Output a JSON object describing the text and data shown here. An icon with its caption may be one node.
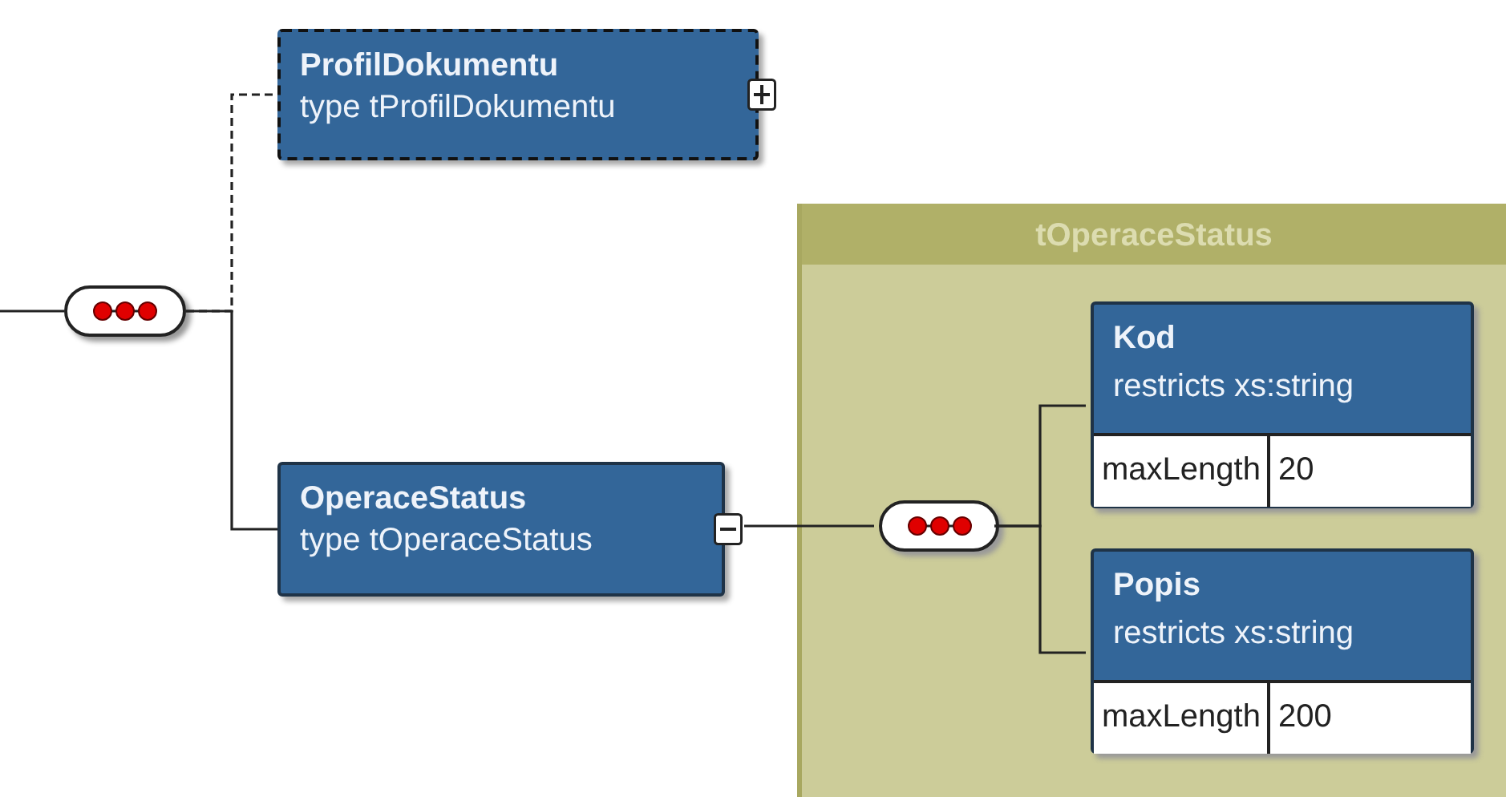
{
  "diagram": {
    "nodes": [
      {
        "text": [],
        "shape": "box"
      },
      {
        "text": [
          "ProfilDokumentu",
          "type tProfilDokumentu"
        ]
      },
      {
        "text": [
          "tOperaceStatus"
        ]
      },
      {
        "text": [
          "OperaceStatus",
          "type tOperaceStatus"
        ]
      },
      {
        "text": [],
        "shape": "box",
        "in": 2
      },
      {
        "text": [
          "Kod",
          "restricts xs:string",
          "maxLength",
          "20"
        ],
        "in": 2
      },
      {
        "text": [
          "Popis",
          "restricts xs:string",
          "maxLength",
          "200"
        ],
        "in": 2
      }
    ],
    "edges": [
      {
        "from": null,
        "to": 0,
        "arrow": "none"
      },
      {
        "from": 0,
        "to": 1,
        "arrow": "none",
        "style": "dashed"
      },
      {
        "from": 0,
        "to": 3,
        "arrow": "none"
      },
      {
        "from": 3,
        "to": 4,
        "arrow": "none"
      },
      {
        "from": 4,
        "to": 5,
        "arrow": "none"
      },
      {
        "from": 4,
        "to": 6,
        "arrow": "none"
      }
    ]
  }
}
